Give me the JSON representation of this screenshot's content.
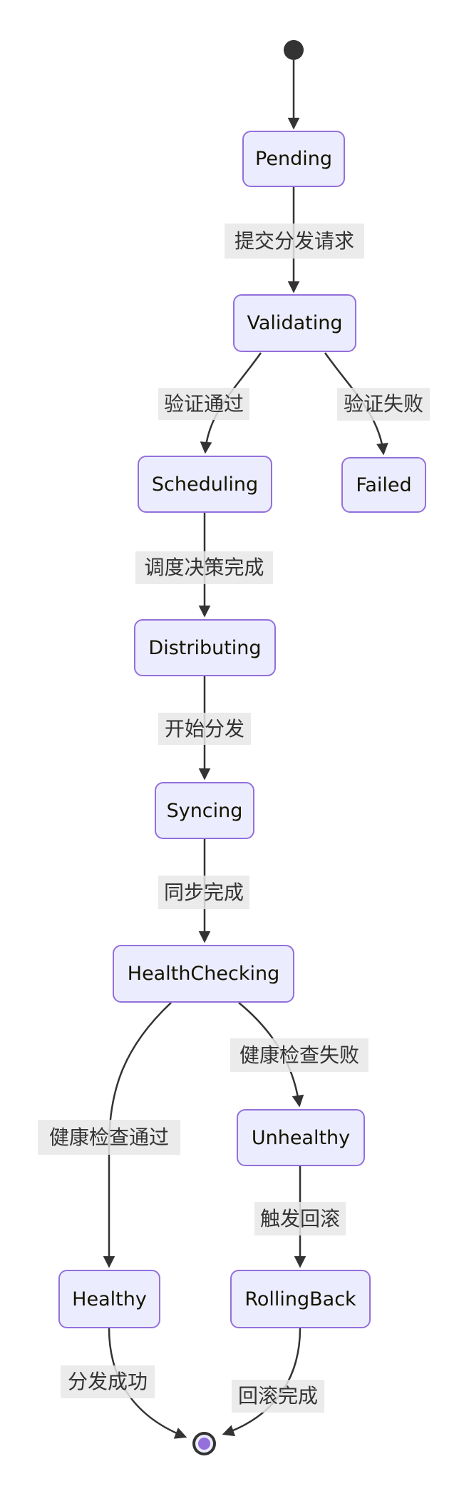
{
  "diagram": {
    "type": "state-diagram",
    "states": [
      {
        "id": "start",
        "kind": "initial",
        "label": ""
      },
      {
        "id": "Pending",
        "kind": "state",
        "label": "Pending"
      },
      {
        "id": "Validating",
        "kind": "state",
        "label": "Validating"
      },
      {
        "id": "Scheduling",
        "kind": "state",
        "label": "Scheduling"
      },
      {
        "id": "Failed",
        "kind": "state",
        "label": "Failed"
      },
      {
        "id": "Distributing",
        "kind": "state",
        "label": "Distributing"
      },
      {
        "id": "Syncing",
        "kind": "state",
        "label": "Syncing"
      },
      {
        "id": "HealthChecking",
        "kind": "state",
        "label": "HealthChecking"
      },
      {
        "id": "Unhealthy",
        "kind": "state",
        "label": "Unhealthy"
      },
      {
        "id": "Healthy",
        "kind": "state",
        "label": "Healthy"
      },
      {
        "id": "RollingBack",
        "kind": "state",
        "label": "RollingBack"
      },
      {
        "id": "end",
        "kind": "final",
        "label": ""
      }
    ],
    "transitions": [
      {
        "from": "start",
        "to": "Pending",
        "label": ""
      },
      {
        "from": "Pending",
        "to": "Validating",
        "label": "提交分发请求"
      },
      {
        "from": "Validating",
        "to": "Scheduling",
        "label": "验证通过"
      },
      {
        "from": "Validating",
        "to": "Failed",
        "label": "验证失败"
      },
      {
        "from": "Scheduling",
        "to": "Distributing",
        "label": "调度决策完成"
      },
      {
        "from": "Distributing",
        "to": "Syncing",
        "label": "开始分发"
      },
      {
        "from": "Syncing",
        "to": "HealthChecking",
        "label": "同步完成"
      },
      {
        "from": "HealthChecking",
        "to": "Healthy",
        "label": "健康检查通过"
      },
      {
        "from": "HealthChecking",
        "to": "Unhealthy",
        "label": "健康检查失败"
      },
      {
        "from": "Unhealthy",
        "to": "RollingBack",
        "label": "触发回滚"
      },
      {
        "from": "Healthy",
        "to": "end",
        "label": "分发成功"
      },
      {
        "from": "RollingBack",
        "to": "end",
        "label": "回滚完成"
      }
    ],
    "colors": {
      "state_fill": "#ECECFF",
      "state_border": "#9370DB",
      "state_text": "#131300",
      "edge": "#333333",
      "edge_label_bg": "rgba(232,232,232,0.85)",
      "edge_label_text": "#333333",
      "start_fill": "#333333",
      "final_ring": "#333333",
      "final_dot": "#9370DB"
    }
  }
}
